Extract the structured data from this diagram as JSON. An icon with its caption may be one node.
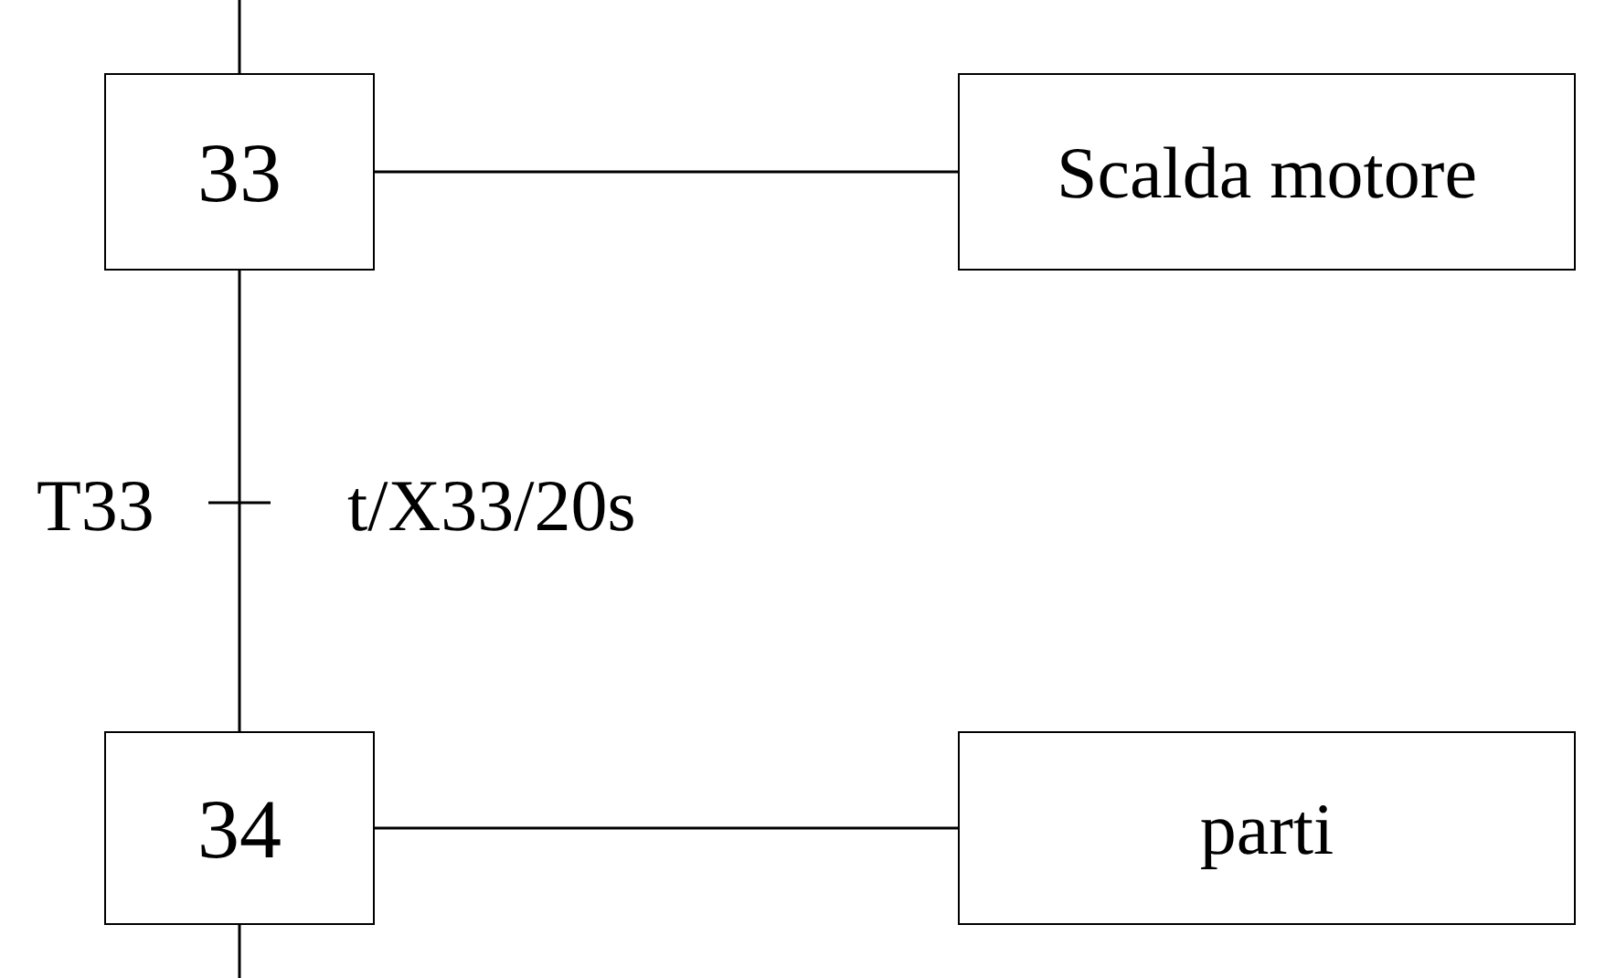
{
  "diagram": {
    "nodes": [
      {
        "text": [
          "33"
        ]
      },
      {
        "text": [
          "Scalda motore"
        ]
      },
      {
        "text": [
          "34"
        ]
      },
      {
        "text": [
          "parti"
        ]
      }
    ],
    "edges": [
      {
        "from": null,
        "to": 0,
        "arrow": "none"
      },
      {
        "from": 0,
        "to": 1,
        "arrow": "none"
      },
      {
        "from": 0,
        "to": 2,
        "arrow": "none"
      },
      {
        "from": 2,
        "to": 3,
        "arrow": "none"
      },
      {
        "from": 2,
        "to": null,
        "arrow": "none"
      }
    ],
    "labels": [
      "T33",
      "t/X33/20s"
    ]
  }
}
